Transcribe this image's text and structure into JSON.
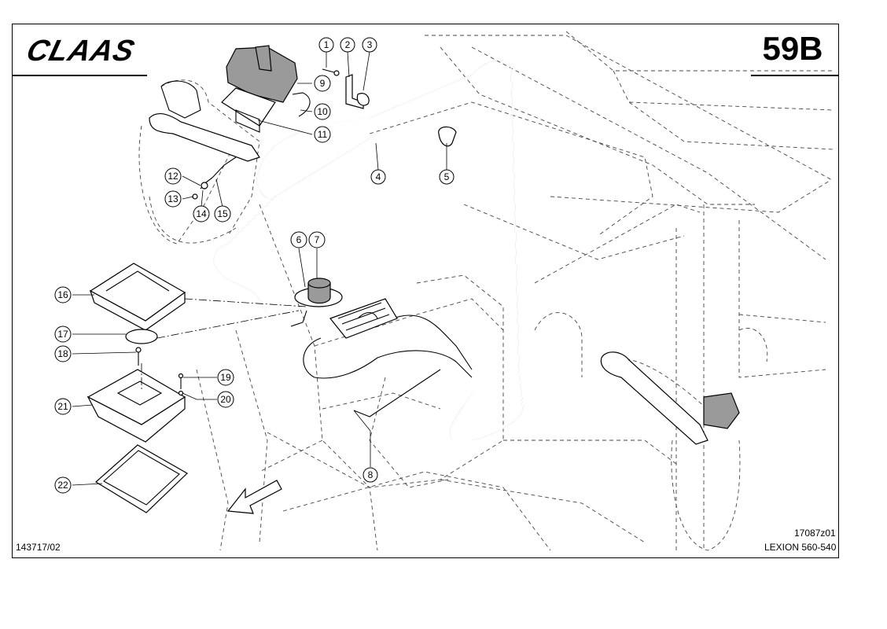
{
  "header": {
    "brand": "CLAAS",
    "page_code": "59B"
  },
  "footer": {
    "doc_number": "143717/02",
    "drawing_number": "17087z01",
    "model": "LEXION 560-540"
  },
  "callouts": [
    "1",
    "2",
    "3",
    "4",
    "5",
    "6",
    "7",
    "8",
    "9",
    "10",
    "11",
    "12",
    "13",
    "14",
    "15",
    "16",
    "17",
    "18",
    "19",
    "20",
    "21",
    "22"
  ],
  "colors": {
    "line": "#000000",
    "background": "#ffffff",
    "part_fill": "#9a9a9a"
  }
}
